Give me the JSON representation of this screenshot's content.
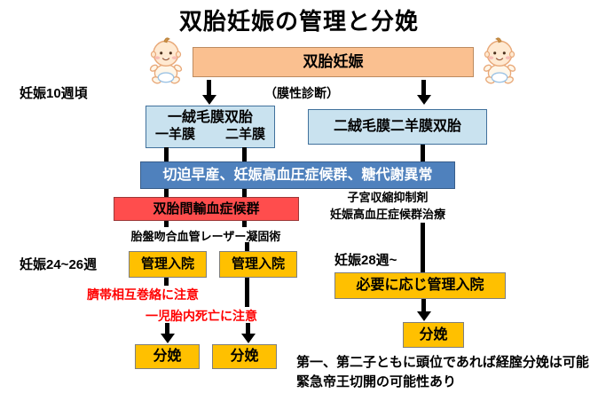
{
  "title": "双胎妊娠の管理と分娩",
  "colors": {
    "top_box": "#FAC090",
    "membrane_box": "#C9E2EF",
    "complication_box": "#4F81BD",
    "ttts_box": "#FF4D4D",
    "action_box": "#FFC000",
    "warning_text": "#FF0000"
  },
  "flow": {
    "top_box": "双胎妊娠",
    "membrane_label": "（膜性診断）",
    "mono": {
      "line1": "一絨毛膜双胎",
      "left": "一羊膜",
      "right": "二羊膜"
    },
    "di": "二絨毛膜二羊膜双胎",
    "complications": "切迫早産、妊娠高血圧症候群、糖代謝異常",
    "ttts": "双胎間輸血症候群",
    "uterine_line1": "子宮収縮抑制剤",
    "uterine_line2": "妊娠高血圧症候群治療",
    "laser": "胎盤吻合血管レーザー凝固術",
    "admission1": "管理入院",
    "admission2": "管理入院",
    "admission3": "必要に応じ管理入院",
    "delivery1": "分娩",
    "delivery2": "分娩",
    "delivery3": "分娩"
  },
  "side_labels": {
    "week10": "妊娠10週頃",
    "week24_26": "妊娠24~26週",
    "week28": "妊娠28週~"
  },
  "warnings": {
    "cord": "臍帯相互巻絡に注意",
    "fetal_death": "一児胎内死亡に注意"
  },
  "notes": {
    "line1": "第一、第二子ともに頭位であれば経腟分娩は可能",
    "line2": "緊急帝王切開の可能性あり"
  },
  "icons": {
    "baby": "baby-icon"
  }
}
